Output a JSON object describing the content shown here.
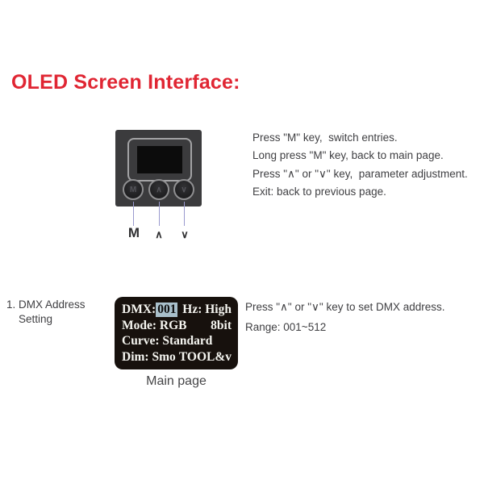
{
  "title": "OLED Screen Interface:",
  "colors": {
    "title_red": "#e02633",
    "panel_gray": "#3b3b3d",
    "oled_highlight_blue": "#a9c0cb",
    "leader_line_purple": "#9a9ace"
  },
  "device": {
    "buttons": [
      {
        "glyph": "M",
        "label": "M"
      },
      {
        "glyph": "∧",
        "label": "∧"
      },
      {
        "glyph": "∨",
        "label": "∨"
      }
    ]
  },
  "instructions": {
    "lines": [
      "Press \"M\" key,  switch entries.",
      "Long press \"M\" key, back to main page.",
      "Press \"∧\" or \"∨\" key,  parameter adjustment.",
      "Exit: back to previous page."
    ]
  },
  "dmx": {
    "section_label_line1": "1. DMX Address",
    "section_label_line2": "Setting",
    "display": {
      "dmx_label": "DMX:",
      "dmx_value": "001",
      "hz": "Hz: High",
      "mode": "Mode: RGB",
      "bits": "8bit",
      "curve": "Curve: Standard",
      "dim": "Dim: Smo",
      "tool": "TOOL&v"
    },
    "caption": "Main page",
    "notes": [
      "Press \"∧\" or \"∨\" key to set DMX address.",
      "Range: 001~512"
    ]
  }
}
